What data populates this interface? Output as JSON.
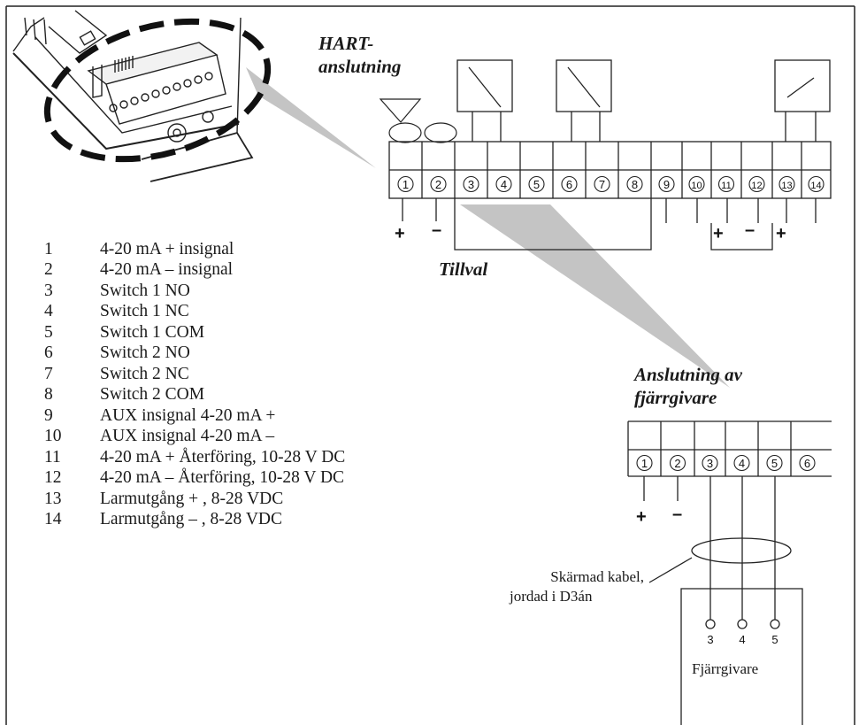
{
  "labels": {
    "hart_line1": "HART-",
    "hart_line2": "anslutning",
    "tillval": "Tillval",
    "remote_line1": "Anslutning av",
    "remote_line2": "fjärrgivare",
    "shield_line1": "Skärmad kabel,",
    "shield_line2": "jordad i D3án",
    "remote_device": "Fjärrgivare"
  },
  "main_terminals": [
    "1",
    "2",
    "3",
    "4",
    "5",
    "6",
    "7",
    "8",
    "9",
    "10",
    "11",
    "12",
    "13",
    "14"
  ],
  "remote_terminals": [
    "1",
    "2",
    "3",
    "4",
    "5",
    "6"
  ],
  "remote_device_pins": [
    "3",
    "4",
    "5"
  ],
  "polarity": {
    "plus": "+",
    "minus": "–"
  },
  "legend": [
    {
      "num": "1",
      "text": "4-20 mA + insignal"
    },
    {
      "num": "2",
      "text": "4-20 mA – insignal"
    },
    {
      "num": "3",
      "text": "Switch 1 NO"
    },
    {
      "num": "4",
      "text": "Switch 1 NC"
    },
    {
      "num": "5",
      "text": "Switch 1 COM"
    },
    {
      "num": "6",
      "text": "Switch 2 NO"
    },
    {
      "num": "7",
      "text": "Switch 2 NC"
    },
    {
      "num": "8",
      "text": "Switch 2 COM"
    },
    {
      "num": "9",
      "text": "AUX insignal  4-20 mA +"
    },
    {
      "num": "10",
      "text": "AUX insignal  4-20 mA –"
    },
    {
      "num": "11",
      "text": "4-20 mA +  Återföring, 10-28 V DC"
    },
    {
      "num": "12",
      "text": "4-20 mA –  Återföring, 10-28 V DC"
    },
    {
      "num": "13",
      "text": "Larmutgång + , 8-28 VDC"
    },
    {
      "num": "14",
      "text": "Larmutgång – , 8-28 VDC"
    }
  ]
}
